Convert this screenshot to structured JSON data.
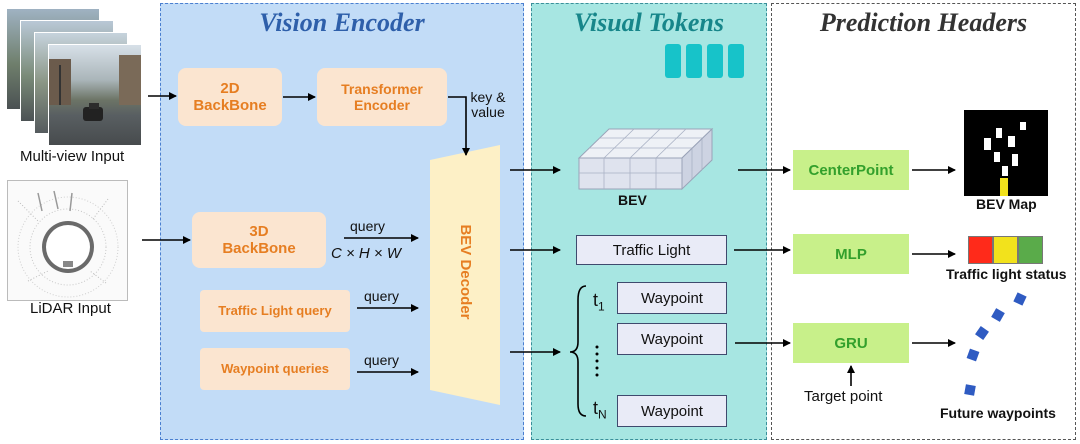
{
  "panels": {
    "vision_encoder": {
      "title": "Vision Encoder",
      "color": "#2e5faa",
      "bg": "#c2dcf7"
    },
    "visual_tokens": {
      "title": "Visual Tokens",
      "color": "#17868a",
      "bg": "#a7e6e2"
    },
    "prediction_headers": {
      "title": "Prediction Headers",
      "color": "#333333",
      "bg": "#ffffff"
    }
  },
  "inputs": {
    "multiview_label": "Multi-view Input",
    "lidar_label": "LiDAR Input"
  },
  "encoder": {
    "backbone2d": "2D BackBone",
    "transformer": "Transformer Encoder",
    "key_value": "key & value",
    "backbone3d": "3D BackBone",
    "query_label": "query",
    "dims": "C × H × W",
    "traffic_light_query": "Traffic Light query",
    "waypoint_queries": "Waypoint queries",
    "bev_decoder": "BEV Decoder"
  },
  "tokens": {
    "bev": "BEV",
    "traffic_light": "Traffic Light",
    "waypoint": "Waypoint",
    "t1": "t",
    "t1_sub": "1",
    "tN": "t",
    "tN_sub": "N"
  },
  "heads": {
    "centerpoint": "CenterPoint",
    "mlp": "MLP",
    "gru": "GRU",
    "bev_map": "BEV Map",
    "traffic_status": "Traffic light status",
    "target_point": "Target point",
    "future_waypoints": "Future waypoints"
  },
  "colors": {
    "orange_text": "#e67e22",
    "green_box": "#c8f08a",
    "traffic_red": "#ff2a1a",
    "traffic_yellow": "#f2e21c",
    "traffic_green": "#5aab4a",
    "waypoint_marker": "#2f5bc2"
  }
}
